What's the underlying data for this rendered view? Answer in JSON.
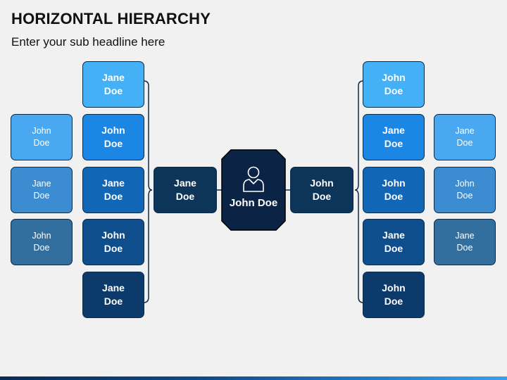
{
  "header": {
    "title": "HORIZONTAL HIERARCHY",
    "subtitle": "Enter your sub headline here"
  },
  "center": {
    "name": "John Doe",
    "icon": "person-icon",
    "color": "#0b2445"
  },
  "mid_left": {
    "name": "Jane\nDoe",
    "color": "#0d3559"
  },
  "mid_right": {
    "name": "John\nDoe",
    "color": "#0d3559"
  },
  "left_inner": [
    {
      "name": "Jane\nDoe",
      "color": "#44b0f6"
    },
    {
      "name": "John\nDoe",
      "color": "#1c86e4"
    },
    {
      "name": "Jane\nDoe",
      "color": "#1266b6"
    },
    {
      "name": "John\nDoe",
      "color": "#0e4e8c"
    },
    {
      "name": "Jane\nDoe",
      "color": "#0c3a6a"
    }
  ],
  "left_outer": [
    {
      "name": "John\nDoe",
      "color": "#4aa8f0"
    },
    {
      "name": "Jane\nDoe",
      "color": "#3b8cd0"
    },
    {
      "name": "John\nDoe",
      "color": "#326f9e"
    }
  ],
  "right_inner": [
    {
      "name": "John\nDoe",
      "color": "#44b0f6"
    },
    {
      "name": "Jane\nDoe",
      "color": "#1c86e4"
    },
    {
      "name": "John\nDoe",
      "color": "#1266b6"
    },
    {
      "name": "Jane\nDoe",
      "color": "#0e4e8c"
    },
    {
      "name": "John\nDoe",
      "color": "#0c3a6a"
    }
  ],
  "right_outer": [
    {
      "name": "Jane\nDoe",
      "color": "#4aa8f0"
    },
    {
      "name": "John\nDoe",
      "color": "#3b8cd0"
    },
    {
      "name": "Jane\nDoe",
      "color": "#326f9e"
    }
  ]
}
